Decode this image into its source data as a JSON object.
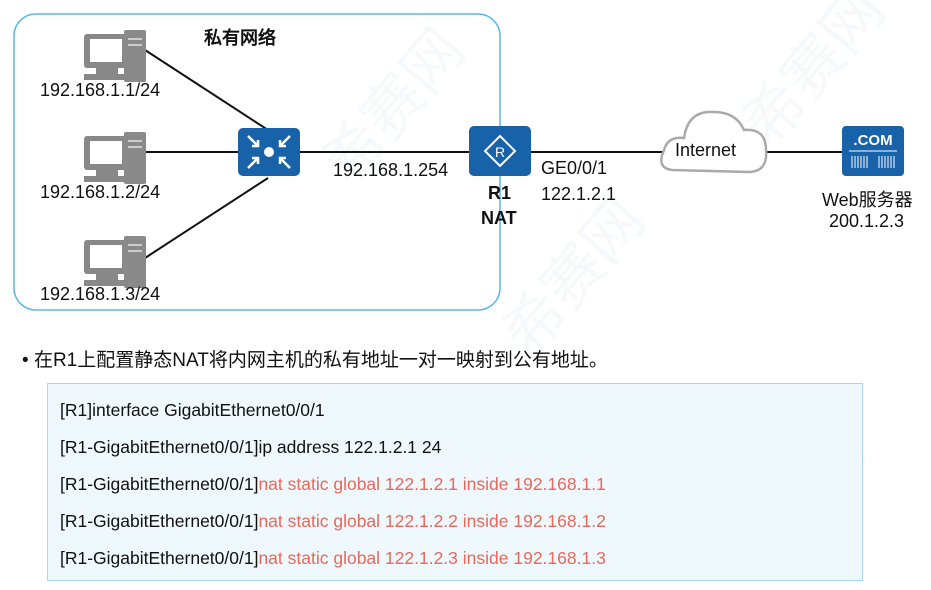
{
  "diagram": {
    "zone_title": "私有网络",
    "hosts": [
      "192.168.1.1/24",
      "192.168.1.2/24",
      "192.168.1.3/24"
    ],
    "router_inside_ip": "192.168.1.254",
    "router_name": "R1",
    "router_role": "NAT",
    "router_icon_letter": "R",
    "router_outside_if": "GE0/0/1",
    "router_outside_ip": "122.1.2.1",
    "cloud_label": "Internet",
    "server_badge": ".COM",
    "server_name": "Web服务器",
    "server_ip": "200.1.2.3"
  },
  "bullet": "在R1上配置静态NAT将内网主机的私有地址一对一映射到公有地址。",
  "code": [
    {
      "prompt": "[R1]",
      "cmd": "interface GigabitEthernet0/0/1",
      "highlight": false
    },
    {
      "prompt": "[R1-GigabitEthernet0/0/1]",
      "cmd": "ip address 122.1.2.1 24",
      "highlight": false
    },
    {
      "prompt": "[R1-GigabitEthernet0/0/1]",
      "cmd": "nat static global 122.1.2.1 inside 192.168.1.1",
      "highlight": true
    },
    {
      "prompt": "[R1-GigabitEthernet0/0/1]",
      "cmd": "nat static global 122.1.2.2 inside 192.168.1.2",
      "highlight": true
    },
    {
      "prompt": "[R1-GigabitEthernet0/0/1]",
      "cmd": "nat static global 122.1.2.3 inside 192.168.1.3",
      "highlight": true
    }
  ],
  "watermark": "希赛网",
  "colors": {
    "device_blue": "#1762a8",
    "zone_border": "#5bb8e8",
    "highlight": "#e8685a"
  }
}
